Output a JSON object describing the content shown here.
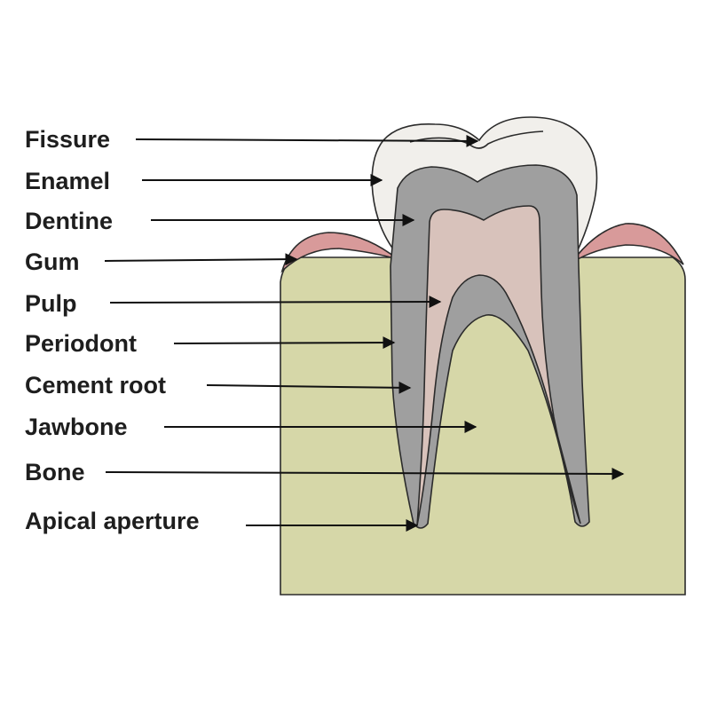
{
  "labels": {
    "fissure": "Fissure",
    "enamel": "Enamel",
    "dentine": "Dentine",
    "gum": "Gum",
    "pulp": "Pulp",
    "periodont": "Periodont",
    "cement_root": "Cement root",
    "jawbone": "Jawbone",
    "bone": "Bone",
    "apical_aperture": "Apical aperture"
  },
  "colors": {
    "bone": "#d6d7a8",
    "gum": "#d89a9a",
    "enamel": "#f1efeb",
    "dentine": "#9f9f9f",
    "pulp": "#d8c2bb",
    "outline": "#2b2b2b",
    "text": "#1e1e1e"
  }
}
